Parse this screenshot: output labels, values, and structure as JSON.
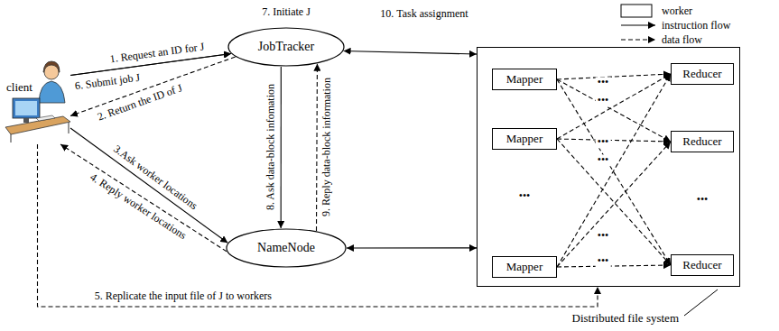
{
  "diagram": {
    "nodes": [
      {
        "text": [
          "client"
        ]
      },
      {
        "text": [
          "JobTracker"
        ]
      },
      {
        "text": [
          "NameNode"
        ]
      },
      {
        "text": [
          "Distributed file system"
        ]
      },
      {
        "text": [
          "Mapper"
        ],
        "in": 3
      },
      {
        "text": [
          "Reducer"
        ],
        "in": 3
      },
      {
        "text": [
          "Mapper"
        ],
        "in": 3
      },
      {
        "text": [
          "Reducer"
        ],
        "in": 3
      },
      {
        "text": [
          "Mapper"
        ],
        "in": 3
      },
      {
        "text": [
          "Reducer"
        ],
        "in": 3
      }
    ],
    "edges": [
      {
        "from": 0,
        "to": 1,
        "arrow": "to",
        "label": "1. Request an ID for J"
      },
      {
        "from": 1,
        "to": 0,
        "arrow": "to",
        "label": "2. Return the ID of J"
      },
      {
        "from": 0,
        "to": 2,
        "arrow": "to",
        "label": "3.Ask worker locations"
      },
      {
        "from": 2,
        "to": 0,
        "arrow": "to",
        "label": "4. Reply worker locations"
      },
      {
        "from": 0,
        "to": 3,
        "arrow": "to",
        "label": "5. Replicate the input file of J to workers"
      },
      {
        "from": 0,
        "to": 1,
        "arrow": "to",
        "label": "6. Submit job J"
      },
      {
        "from": 1,
        "to": 2,
        "arrow": "to",
        "label": "8. Ask data-block infomation"
      },
      {
        "from": 2,
        "to": 1,
        "arrow": "to",
        "label": "9. Reply data-block information"
      },
      {
        "from": 1,
        "to": 3,
        "arrow": "both"
      },
      {
        "from": 2,
        "to": 3,
        "arrow": "both"
      },
      {
        "from": 4,
        "to": 5,
        "arrow": "to"
      },
      {
        "from": 4,
        "to": 7,
        "arrow": "to"
      },
      {
        "from": 4,
        "to": 9,
        "arrow": "to"
      },
      {
        "from": 6,
        "to": 5,
        "arrow": "to"
      },
      {
        "from": 6,
        "to": 7,
        "arrow": "to"
      },
      {
        "from": 6,
        "to": 9,
        "arrow": "to"
      },
      {
        "from": 8,
        "to": 5,
        "arrow": "to"
      },
      {
        "from": 8,
        "to": 7,
        "arrow": "to"
      },
      {
        "from": 8,
        "to": 9,
        "arrow": "to"
      }
    ],
    "labels": [
      "7. Initiate J",
      "10. Task assignment",
      "•••",
      "•••",
      "•••",
      "•••",
      "•••",
      "•••",
      "•••",
      "•••"
    ],
    "legend": [
      {
        "text": "worker"
      },
      {
        "text": "instruction flow"
      },
      {
        "text": "data flow"
      }
    ]
  }
}
